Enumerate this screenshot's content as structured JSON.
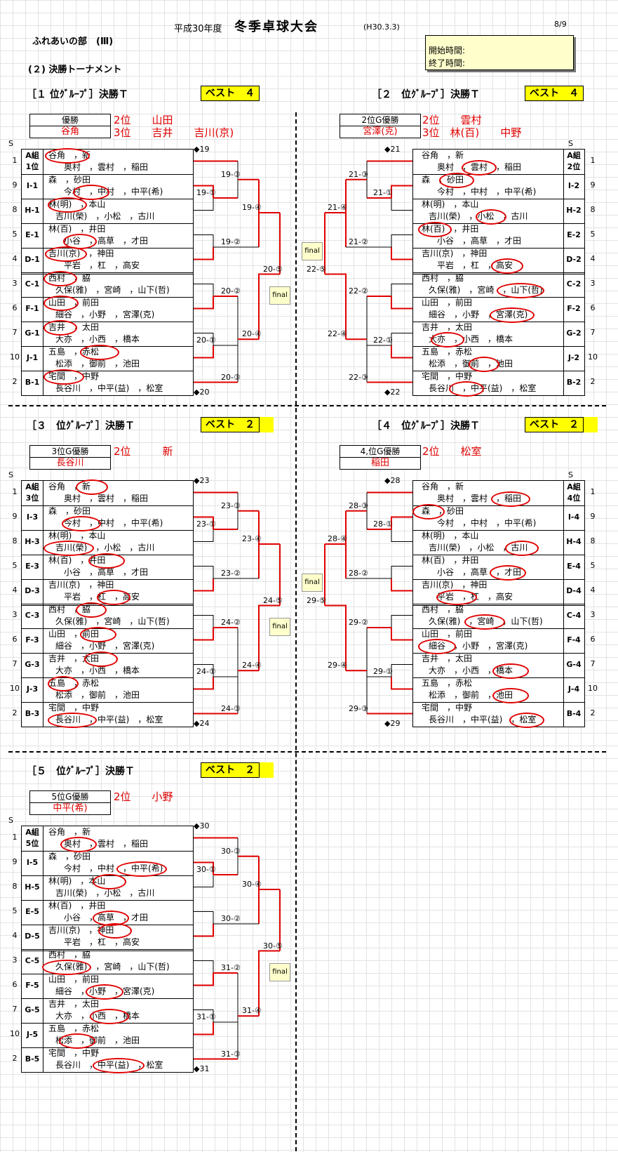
{
  "header": {
    "year": "平成30年度",
    "title": "冬季卓球大会",
    "date": "(H30.3.3)",
    "page": "8/9",
    "division": "ふれあいの部　(Ⅲ)",
    "section": "(２) 決勝トーナメント",
    "start_label": "開始時間:",
    "end_label": "終了時間:"
  },
  "brackets": [
    {
      "title": "［１ 位ｸﾞﾙｰﾌﾟ］決勝Ｔ",
      "best": "ベスト　４",
      "win_label": "優勝",
      "winner": "谷角",
      "place2": "2位　　山田",
      "place3": "3位　　吉井　　吉川(京)",
      "side": "left",
      "tag": "A組",
      "tag2": "1位",
      "codes": [
        "A組",
        "I-1",
        "H-1",
        "E-1",
        "D-1",
        "C-1",
        "F-1",
        "G-1",
        "J-1",
        "B-1"
      ],
      "seeds": [
        "1",
        "9",
        "8",
        "5",
        "4",
        "3",
        "6",
        "7",
        "10",
        "2"
      ],
      "top_mark": "◆19",
      "bot_mark": "◆20",
      "r1": [
        "19-③",
        "19-①",
        "19-②",
        "20-②",
        "20-①",
        "20-③"
      ],
      "r2": [
        "19-④",
        "20-④"
      ],
      "r3": "20-⑤"
    },
    {
      "title": "［２　位ｸﾞﾙｰﾌﾟ］決勝Ｔ",
      "best": "ベスト　４",
      "win_label": "2位G優勝",
      "winner": "宮澤(克)",
      "place2": "2位　　雲村",
      "place3": "3位　林(百)　　中野",
      "side": "right",
      "tag": "A組",
      "tag2": "2位",
      "codes": [
        "A組",
        "I-2",
        "H-2",
        "E-2",
        "D-2",
        "C-2",
        "F-2",
        "G-2",
        "J-2",
        "B-2"
      ],
      "seeds": [
        "1",
        "9",
        "8",
        "5",
        "4",
        "3",
        "6",
        "7",
        "10",
        "2"
      ],
      "top_mark": "◆21",
      "bot_mark": "◆22",
      "r1": [
        "21-③",
        "21-①",
        "21-②",
        "22-②",
        "22-①",
        "22-③"
      ],
      "r2": [
        "21-④",
        "22-④"
      ],
      "r3": "22-⑤"
    },
    {
      "title": "［３　位ｸﾞﾙｰﾌﾟ］決勝Ｔ",
      "best": "ベスト　２",
      "win_label": "3位G優勝",
      "winner": "長谷川",
      "place2": "2位　　　新",
      "place3": "",
      "side": "left",
      "tag": "A組",
      "tag2": "3位",
      "codes": [
        "A組",
        "I-3",
        "H-3",
        "E-3",
        "D-3",
        "C-3",
        "F-3",
        "G-3",
        "J-3",
        "B-3"
      ],
      "seeds": [
        "1",
        "9",
        "8",
        "5",
        "4",
        "3",
        "6",
        "7",
        "10",
        "2"
      ],
      "top_mark": "◆23",
      "bot_mark": "◆24",
      "r1": [
        "23-③",
        "23-①",
        "23-②",
        "24-②",
        "24-①",
        "24-③"
      ],
      "r2": [
        "23-④",
        "24-④"
      ],
      "r3": "24-⑤"
    },
    {
      "title": "［４　位ｸﾞﾙｰﾌﾟ］決勝Ｔ",
      "best": "ベスト　２",
      "win_label": "4,位G優勝",
      "winner": "稲田",
      "place2": "2位　　松室",
      "place3": "",
      "side": "right",
      "tag": "A組",
      "tag2": "4位",
      "codes": [
        "A組",
        "I-4",
        "H-4",
        "E-4",
        "D-4",
        "C-4",
        "F-4",
        "G-4",
        "J-4",
        "B-4"
      ],
      "seeds": [
        "1",
        "9",
        "8",
        "5",
        "4",
        "3",
        "6",
        "7",
        "10",
        "2"
      ],
      "top_mark": "◆28",
      "bot_mark": "◆29",
      "r1": [
        "28-③",
        "28-①",
        "28-②",
        "29-②",
        "29-①",
        "29-③"
      ],
      "r2": [
        "28-④",
        "29-④"
      ],
      "r3": "29-⑤"
    },
    {
      "title": "［５　位ｸﾞﾙｰﾌﾟ］決勝Ｔ",
      "best": "ベスト　２",
      "win_label": "5位G優勝",
      "winner": "中平(希)",
      "place2": "2位　　小野",
      "place3": "",
      "side": "left",
      "tag": "A組",
      "tag2": "5位",
      "codes": [
        "A組",
        "I-5",
        "H-5",
        "E-5",
        "D-5",
        "C-5",
        "F-5",
        "G-5",
        "J-5",
        "B-5"
      ],
      "seeds": [
        "1",
        "9",
        "8",
        "5",
        "4",
        "3",
        "6",
        "7",
        "10",
        "2"
      ],
      "top_mark": "◆30",
      "bot_mark": "◆31",
      "r1": [
        "30-③",
        "30-①",
        "30-②",
        "31-②",
        "31-①",
        "31-③"
      ],
      "r2": [
        "30-④",
        "31-④"
      ],
      "r3": "30-⑤"
    }
  ],
  "teams": [
    [
      "谷角　，新",
      "　奥村　，雲村　，稲田"
    ],
    [
      "森　，砂田",
      "　今村　，中村　，中平(希)"
    ],
    [
      "林(明)　，本山",
      "吉川(榮)　，小松　，古川"
    ],
    [
      "林(百)　，井田",
      "　小谷　，高草　，才田"
    ],
    [
      "吉川(京)　，神田",
      "　平岩　，杠　，高安"
    ],
    [
      "西村　，脇",
      "久保(雅)　，宮崎　，山下(哲)"
    ],
    [
      "山田　，前田",
      "細谷　，小野　，宮澤(克)"
    ],
    [
      "吉井　，太田",
      "大亦　，小西　，橋本"
    ],
    [
      "五島　，赤松",
      "松添　，御前　，池田"
    ],
    [
      "宅間　，中野",
      "長谷川　，中平(益)　，松室"
    ]
  ],
  "labels": {
    "s": "S",
    "final": "final"
  }
}
